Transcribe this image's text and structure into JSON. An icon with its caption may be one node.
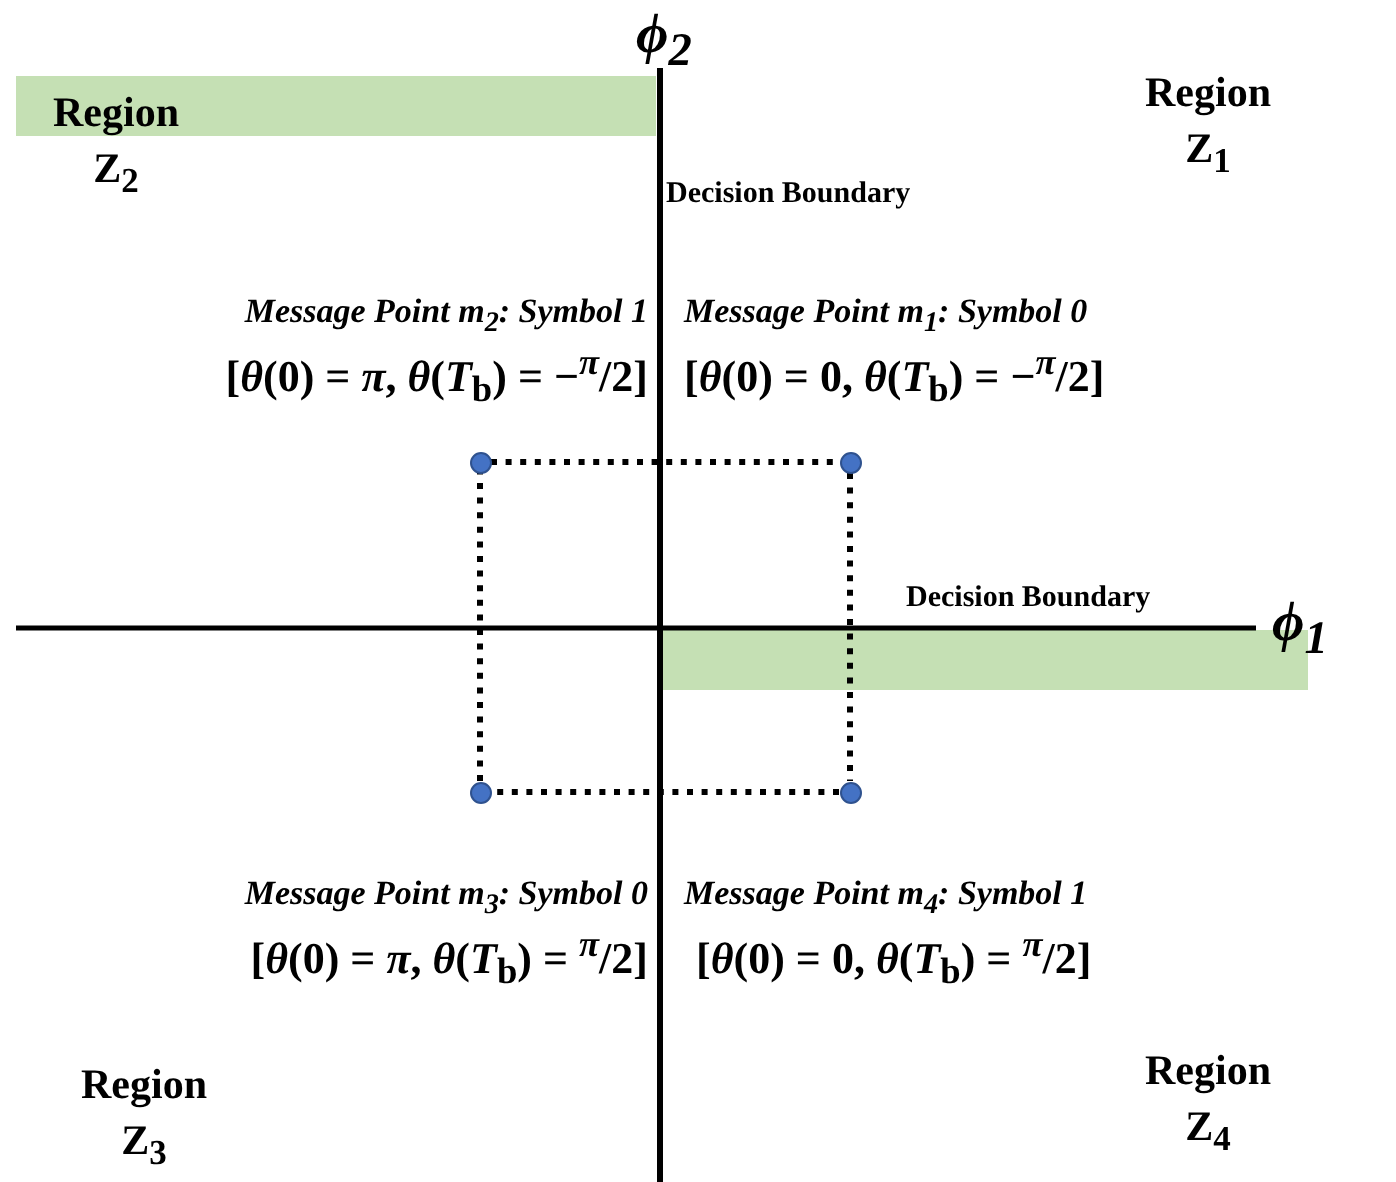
{
  "diagram": {
    "nodes": [
      {
        "text": [],
        "shape": "circle",
        "beside": [
          "Message Point m$_{2}$: Symbol 1",
          "[θ(0) = π, θ(T$_{b}$) = −$^{π}$/2]"
        ]
      },
      {
        "text": [],
        "shape": "circle",
        "beside": [
          "Message Point m$_{1}$: Symbol 0",
          "[θ(0) = 0, θ(T$_{b}$) = −$^{π}$/2]"
        ]
      },
      {
        "text": [],
        "shape": "circle",
        "beside": [
          "Message Point m$_{3}$: Symbol 0",
          "[θ(0) = π, θ(T$_{b}$) = $^{π}$/2]"
        ]
      },
      {
        "text": [],
        "shape": "circle",
        "beside": [
          "Message Point m$_{4}$: Symbol 1",
          "[θ(0) = 0, θ(T$_{b}$) = $^{π}$/2]"
        ]
      }
    ],
    "edges": [
      {
        "from": 0,
        "to": 1,
        "arrow": "none",
        "style": "dashed"
      },
      {
        "from": 1,
        "to": 3,
        "arrow": "none",
        "style": "dashed"
      },
      {
        "from": 3,
        "to": 2,
        "arrow": "none",
        "style": "dashed"
      },
      {
        "from": 2,
        "to": 0,
        "arrow": "none",
        "style": "dashed"
      }
    ],
    "labels": [
      "Region Z$_{2}$",
      "ϕ$_{2}$",
      "Region Z$_{1}$",
      "Decision Boundary",
      "Decision Boundary",
      "ϕ$_{1}$",
      "Region Z$_{3}$",
      "Region Z$_{4}$"
    ]
  }
}
